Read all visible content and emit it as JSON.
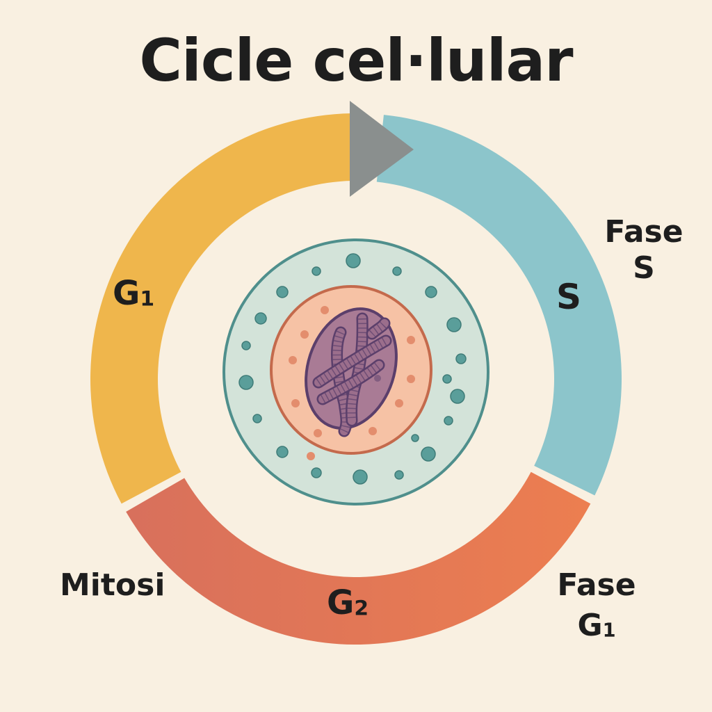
{
  "title": "Cicle cel·lular",
  "ring": {
    "segments": [
      {
        "id": "g1",
        "label": "G",
        "sub": "1",
        "color": "#efb64c"
      },
      {
        "id": "s",
        "label": "S",
        "sub": "",
        "color": "#8cc5cb"
      },
      {
        "id": "m",
        "label": "G",
        "sub": "2",
        "color_start": "#d8705c",
        "color_end": "#ec7e50"
      }
    ],
    "arrow_color": "#8a8f8e"
  },
  "outer_labels": {
    "fase_s": {
      "line1": "Fase",
      "line2": "S"
    },
    "mitosi": "Mitosi",
    "fase_g1": {
      "line1": "Fase",
      "line2": "G",
      "sub": "1"
    }
  },
  "cell": {
    "membrane_color": "#4f8f8c",
    "cytoplasm_color": "#d3e3d9",
    "organelle_color": "#5a9e9a",
    "nuclear_envelope_color": "#c46a4c",
    "nucleoplasm_color": "#f6c2a5",
    "nuclear_dot_color": "#e38d6d",
    "nucleus_core_color": "#a97b95",
    "nucleus_outline_color": "#5b3f6b",
    "chromosome_color": "#9b6e8c"
  }
}
